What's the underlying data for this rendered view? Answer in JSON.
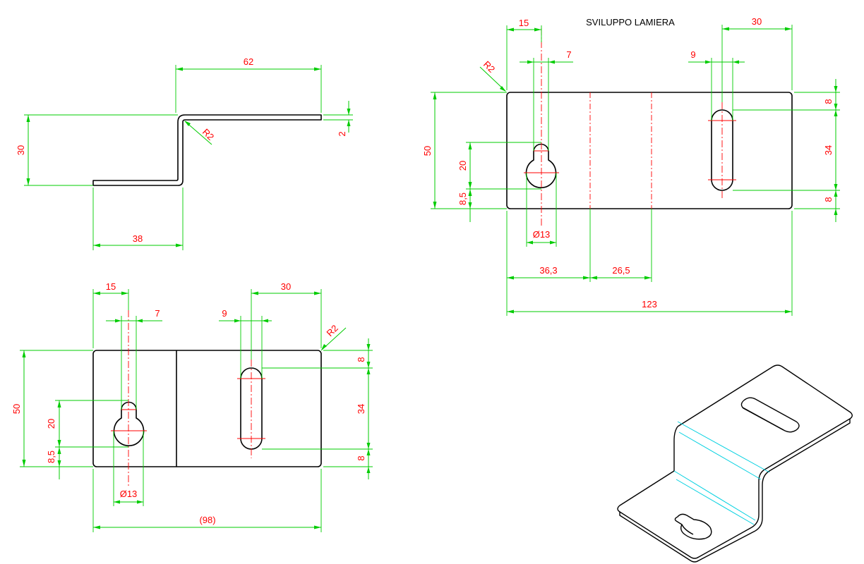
{
  "title": "SVILUPPO LAMIERA",
  "side_view": {
    "dim_width": "62",
    "dim_height": "30",
    "dim_thickness": "2",
    "dim_bottom": "38",
    "radius": "R2"
  },
  "top_view": {
    "dim_keyhole_x": "15",
    "dim_keyhole_width": "7",
    "dim_slot_width": "9",
    "dim_slot_x": "30",
    "radius": "R2",
    "dim_height": "50",
    "dim_keyhole_height": "20",
    "dim_keyhole_bottom": "8,5",
    "dim_hole_diameter": "Ø13",
    "dim_slot_top": "8",
    "dim_slot_length": "34",
    "dim_slot_bottom": "8",
    "dim_total": "(98)"
  },
  "flat_pattern": {
    "dim_keyhole_x": "15",
    "dim_keyhole_width": "7",
    "dim_slot_width": "9",
    "dim_slot_x": "30",
    "radius": "R2",
    "dim_height": "50",
    "dim_keyhole_height": "20",
    "dim_keyhole_bottom": "8,5",
    "dim_hole_diameter": "Ø13",
    "dim_slot_top": "8",
    "dim_slot_length": "34",
    "dim_slot_bottom": "8",
    "dim_bend1": "36,3",
    "dim_bend2": "26,5",
    "dim_total": "123"
  },
  "colors": {
    "dimension": "#00cc00",
    "dimension_text": "#ff0000",
    "centerline": "#ff0000",
    "part": "#000000",
    "tangent_edge": "#00d0e0"
  }
}
